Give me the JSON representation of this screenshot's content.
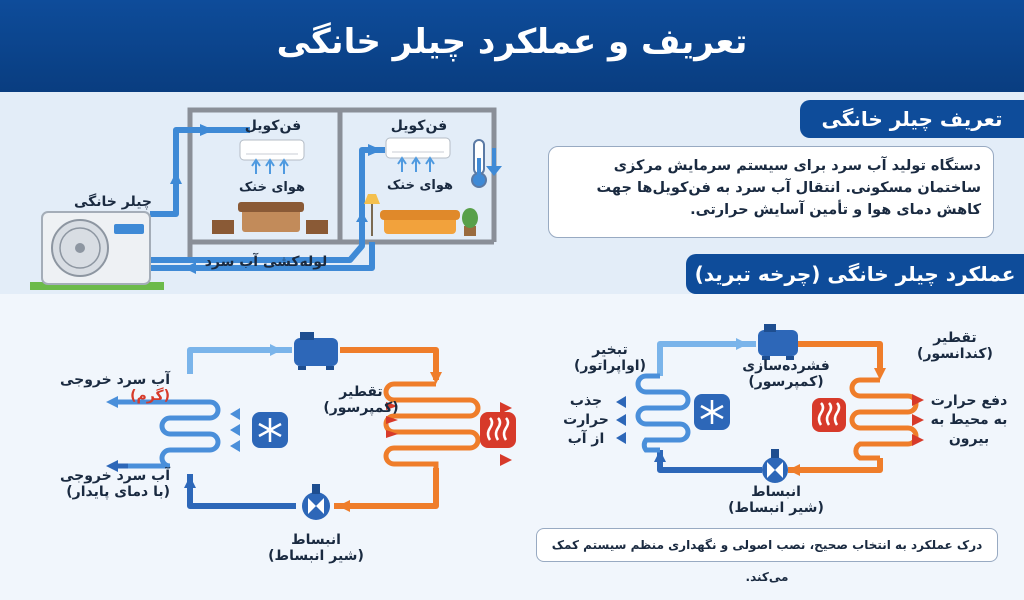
{
  "title": "تعریف و عملکرد چیلر خانگی",
  "definition": {
    "heading": "تعریف چیلر خانگی",
    "text": "دستگاه تولید آب سرد برای سیستم سرمایش مرکزی ساختمان مسکونی. انتقال آب سرد به فن‌کویل‌ها جهت کاهش دمای هوا و تأمین آسایش حرارتی."
  },
  "house": {
    "fancoil_1": "فن‌کویل",
    "fancoil_2": "فن‌کویل",
    "cool_air_1": "هوای خنک",
    "cool_air_2": "هوای خنک",
    "chiller": "چیلر خانگی",
    "piping": "لوله‌کشی آب سرد"
  },
  "function": {
    "heading": "عملکرد چیلر خانگی (چرخه تبرید)",
    "left_cycle": {
      "outlet_hot_1": "آب سرد خروجی",
      "outlet_hot_2": "(گرم)",
      "outlet_stable_1": "آب سرد خروجی",
      "outlet_stable_2": "(با دمای پایدار)",
      "condenser_1": "تقطیر",
      "condenser_2": "(کمپرسور)",
      "expansion_1": "انبساط",
      "expansion_2": "(شیر انبساط)"
    },
    "right_cycle": {
      "evaporator_1": "تبخیر",
      "evaporator_2": "(اواپراتور)",
      "compressor_1": "فشرده‌سازی",
      "compressor_2": "(کمپرسور)",
      "condenser_1": "تقطیر",
      "condenser_2": "(کندانسور)",
      "absorb_1": "جذب",
      "absorb_2": "حرارت",
      "absorb_3": "از آب",
      "reject_1": "دفع حرارت",
      "reject_2": "به محیط به",
      "reject_3": "بیرون",
      "expansion_1": "انبساط",
      "expansion_2": "(شیر انبساط)"
    },
    "note": "درک عملکرد به انتخاب صحیح، نصب اصولی و نگهداری منظم سیستم کمک می‌کند."
  },
  "colors": {
    "header": "#0e4c9a",
    "cold_pipe": "#3f8ad6",
    "hot_pipe": "#ef7d2a",
    "accent_red": "#d73a2a"
  }
}
